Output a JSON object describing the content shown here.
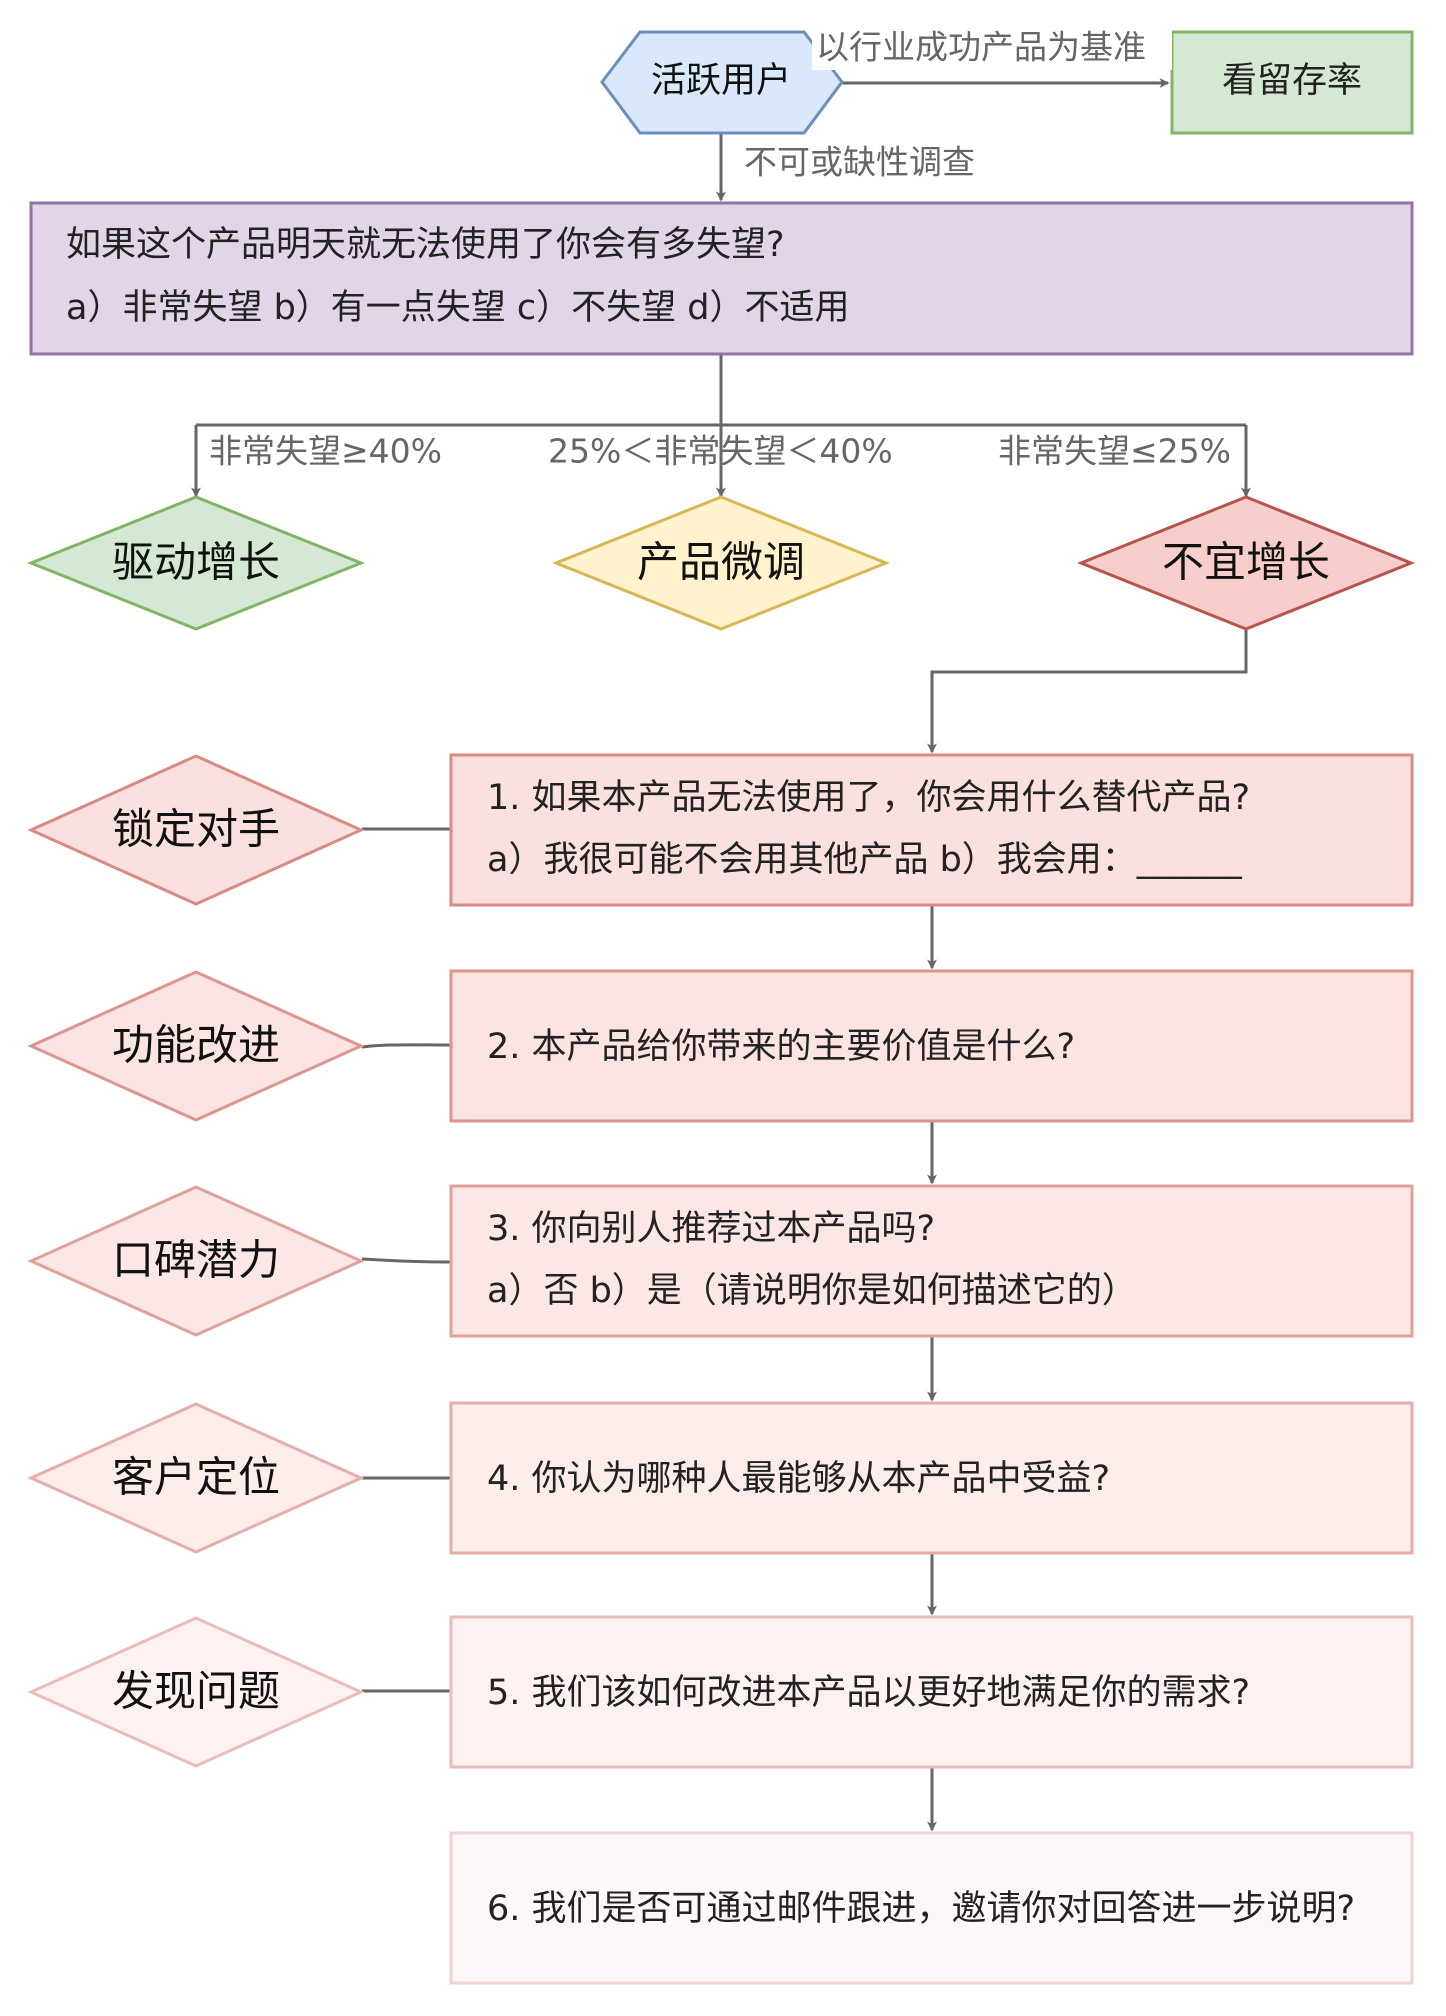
{
  "top": {
    "active_users": "活跃用户",
    "retention": "看留存率",
    "edge_benchmark": "以行业成功产品为基准",
    "edge_fallback": "不可或缺性调查"
  },
  "survey": {
    "line1": "如果这个产品明天就无法使用了你会有多失望?",
    "line2": "a）非常失望 b）有一点失望 c）不失望 d）不适用"
  },
  "branches": [
    {
      "edge_label": "非常失望≥40%",
      "decision": "驱动增长",
      "fill": "#d5e8d4",
      "stroke": "#82b366"
    },
    {
      "edge_label": "25%＜非常失望＜40%",
      "decision": "产品微调",
      "fill": "#fff2cc",
      "stroke": "#d6b656"
    },
    {
      "edge_label": "非常失望≤25%",
      "decision": "不宜增长",
      "fill": "#f8cecc",
      "stroke": "#b85450"
    }
  ],
  "steps": [
    {
      "tag": "锁定对手",
      "q1": "1. 如果本产品无法使用了，你会用什么替代产品?",
      "q2": "a）我很可能不会用其他产品 b）我会用：______",
      "fill": "#fae0de",
      "stroke": "#d98a85"
    },
    {
      "tag": "功能改进",
      "q1": "2. 本产品给你带来的主要价值是什么?",
      "q2": "",
      "fill": "#fbe4e2",
      "stroke": "#dd9590"
    },
    {
      "tag": "口碑潜力",
      "q1": "3. 你向别人推荐过本产品吗?",
      "q2": "a）否 b）是（请说明你是如何描述它的）",
      "fill": "#fbe8e6",
      "stroke": "#e0a19c"
    },
    {
      "tag": "客户定位",
      "q1": "4. 你认为哪种人最能够从本产品中受益?",
      "q2": "",
      "fill": "#fcedeb",
      "stroke": "#e4aeaa"
    },
    {
      "tag": "发现问题",
      "q1": "5. 我们该如何改进本产品以更好地满足你的需求?",
      "q2": "",
      "fill": "#fdf2f1",
      "stroke": "#e8bdba"
    },
    {
      "q1": "6. 我们是否可通过邮件跟进，邀请你对回答进一步说明?",
      "q2": "",
      "fill": "#fef7f7",
      "stroke": "#f0d2d0"
    }
  ],
  "colors": {
    "hex_fill": "#dae8fc",
    "hex_stroke": "#6c8ebf",
    "green_fill": "#d5e8d4",
    "green_stroke": "#82b366",
    "purple_fill": "#e1d5e7",
    "purple_stroke": "#9673a6",
    "connector": "#666666"
  }
}
